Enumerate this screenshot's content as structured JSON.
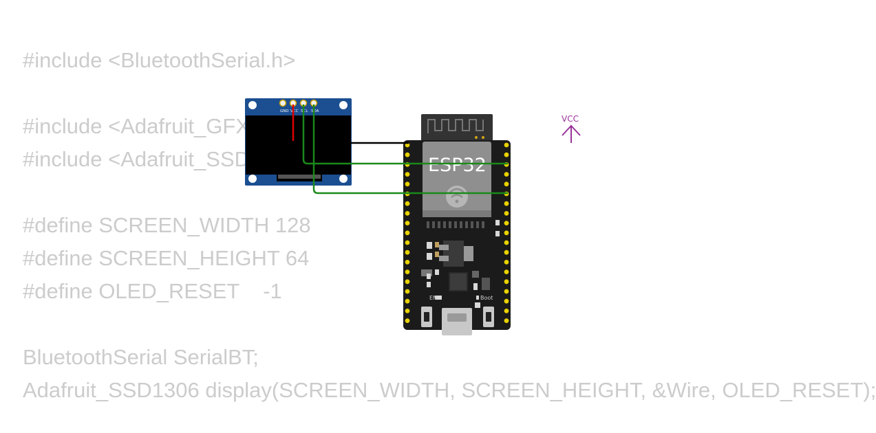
{
  "code": {
    "lines": [
      "#include <BluetoothSerial.h>",
      "",
      "#include <Adafruit_GFX.h>",
      "#include <Adafruit_SSD1306.h>",
      "",
      "#define SCREEN_WIDTH 128",
      "#define SCREEN_HEIGHT 64",
      "#define OLED_RESET    -1",
      "",
      "BluetoothSerial SerialBT;",
      "Adafruit_SSD1306 display(SCREEN_WIDTH, SCREEN_HEIGHT, &Wire, OLED_RESET);"
    ]
  },
  "oled": {
    "pin_labels": [
      "GND",
      "VCC",
      "SCL",
      "SDA"
    ]
  },
  "esp32": {
    "chip_label": "ESP32",
    "button_en": "EN",
    "button_boot": "Boot"
  },
  "vcc": {
    "label": "VCC"
  },
  "colors": {
    "code_text": "#cccccc",
    "wire_gnd": "#000000",
    "wire_vcc": "#e00000",
    "wire_data": "#1a8a1a",
    "vcc_symbol": "#993399",
    "pcb_blue": "#1c4f91",
    "pcb_black": "#1b1b1b",
    "pin_gold": "#e8d200"
  }
}
